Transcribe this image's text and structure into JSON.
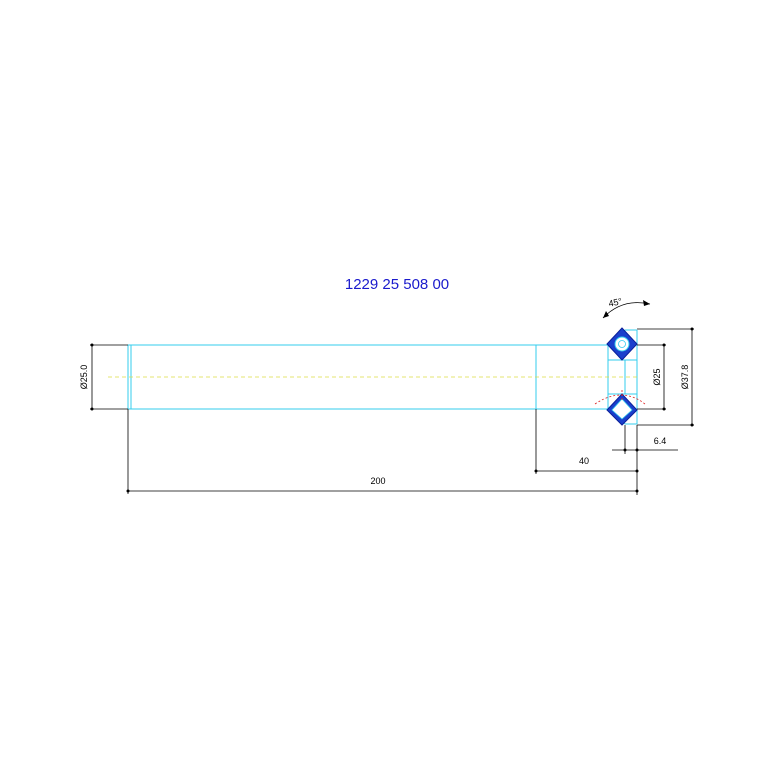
{
  "title": "1229 25 508 00",
  "dimensions": {
    "shaft_diameter": "Ø25.0",
    "inner_diameter": "Ø25",
    "outer_diameter": "Ø37.8",
    "total_length": "200",
    "end_length": "40",
    "width": "6.4",
    "angle": "45°"
  },
  "colors": {
    "outline": "#33ccee",
    "dimension": "#000000",
    "centerline": "#dddd44",
    "bearing": "#1a3fcc",
    "title": "#1a1acc"
  }
}
